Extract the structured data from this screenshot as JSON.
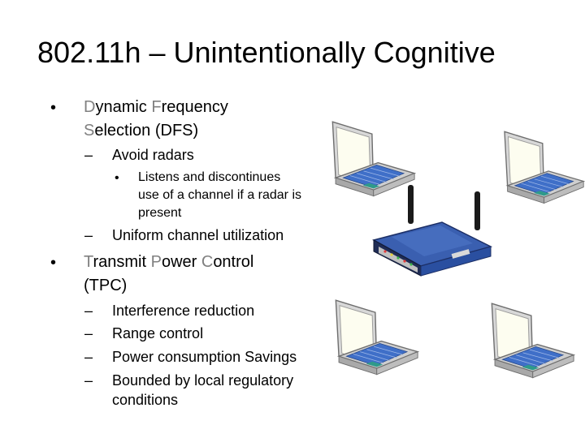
{
  "slide": {
    "title": "802.11h – Unintentionally Cognitive",
    "bullets": {
      "dfs": {
        "bullet": "•",
        "line1": [
          {
            "hl": "D",
            "rest": "ynamic "
          },
          {
            "hl": "F",
            "rest": "requency"
          }
        ],
        "line2": [
          {
            "hl": "S",
            "rest": "election (DFS)"
          }
        ],
        "sub": [
          {
            "dash": "–",
            "text": "Avoid radars",
            "sub": [
              {
                "bullet": "•",
                "lines": [
                  "Listens and discontinues",
                  "use of a channel if a radar is",
                  "present"
                ]
              }
            ]
          },
          {
            "dash": "–",
            "text": "Uniform channel utilization"
          }
        ]
      },
      "tpc": {
        "bullet": "•",
        "line1": [
          {
            "hl": "T",
            "rest": "ransmit "
          },
          {
            "hl": "P",
            "rest": "ower "
          },
          {
            "hl": "C",
            "rest": "ontrol"
          }
        ],
        "line2": "(TPC)",
        "sub": [
          {
            "dash": "–",
            "text": "Interference reduction"
          },
          {
            "dash": "–",
            "text": "Range  control"
          },
          {
            "dash": "–",
            "text": "Power consumption Savings"
          },
          {
            "dash": "–",
            "lines": [
              "Bounded by local regulatory",
              "conditions"
            ]
          }
        ]
      }
    }
  },
  "illustrations": [
    {
      "name": "wireless-router-image"
    },
    {
      "name": "laptop-image-top-left"
    },
    {
      "name": "laptop-image-top-right"
    },
    {
      "name": "laptop-image-bottom-left"
    },
    {
      "name": "laptop-image-bottom-right"
    }
  ],
  "colors": {
    "text": "#000000",
    "highlight": "#808080",
    "laptop_screen": "#fdfdf0",
    "laptop_keyboard": "#3f6fc8",
    "router_body": "#2a4fa0"
  }
}
